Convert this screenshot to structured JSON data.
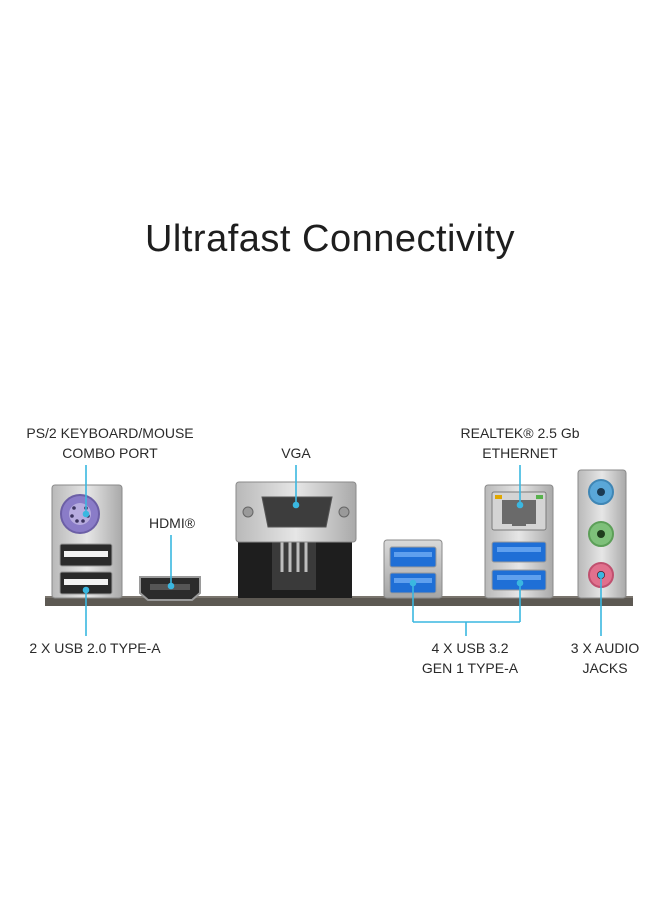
{
  "title": "Ultrafast Connectivity",
  "labels": {
    "ps2": [
      "PS/2 KEYBOARD/MOUSE",
      "COMBO PORT"
    ],
    "hdmi": "HDMI®",
    "vga": "VGA",
    "ethernet": [
      "REALTEK® 2.5 Gb",
      "ETHERNET"
    ],
    "usb2": "2 X USB 2.0 TYPE-A",
    "usb3": [
      "4 X USB 3.2",
      "GEN 1 TYPE-A"
    ],
    "audio": [
      "3 X AUDIO",
      "JACKS"
    ]
  },
  "colors": {
    "callout": "#3ab7e0",
    "usb3_blue": "#1f6fd6",
    "panel": "#c9c9c9",
    "board": "#5d5953",
    "audio_blue": "#5aa7d8",
    "audio_green": "#7ec07a",
    "audio_pink": "#e1708d",
    "ps2_purple": "#8a7cc8"
  }
}
